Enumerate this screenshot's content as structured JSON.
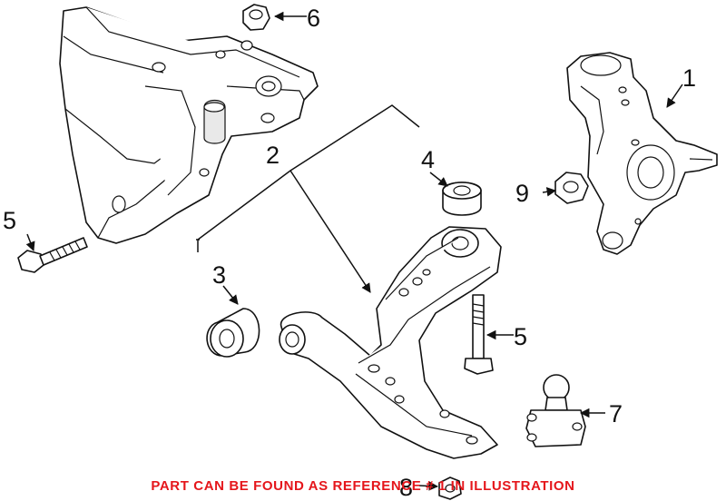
{
  "callouts": {
    "c1": "1",
    "c2": "2",
    "c3": "3",
    "c4": "4",
    "c5a": "5",
    "c5b": "5",
    "c6": "6",
    "c7": "7",
    "c8": "8",
    "c9": "9"
  },
  "footer": {
    "text": "PART CAN BE FOUND AS REFERENCE # 1 IN ILLUSTRATION",
    "color": "#e5161b"
  },
  "icons": {
    "arrow": "arrow-icon"
  }
}
